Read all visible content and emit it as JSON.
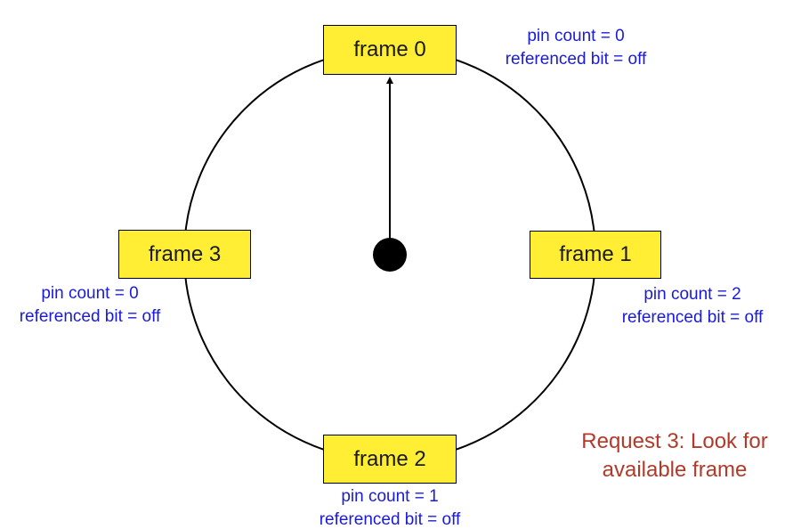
{
  "colors": {
    "frame_fill": "#ffee33",
    "info_text": "#1a1adb",
    "request_text": "#b13a2a",
    "outline": "#000000"
  },
  "frames": [
    {
      "label": "frame 0",
      "pin_count": "pin count = 0",
      "referenced": "referenced bit = off"
    },
    {
      "label": "frame 1",
      "pin_count": "pin count = 2",
      "referenced": "referenced bit = off"
    },
    {
      "label": "frame 2",
      "pin_count": "pin count = 1",
      "referenced": "referenced bit = off"
    },
    {
      "label": "frame 3",
      "pin_count": "pin count = 0",
      "referenced": "referenced bit = off"
    }
  ],
  "clock_hand": {
    "points_to": "frame 0"
  },
  "request": {
    "line1": "Request 3: Look for",
    "line2": "available frame"
  }
}
